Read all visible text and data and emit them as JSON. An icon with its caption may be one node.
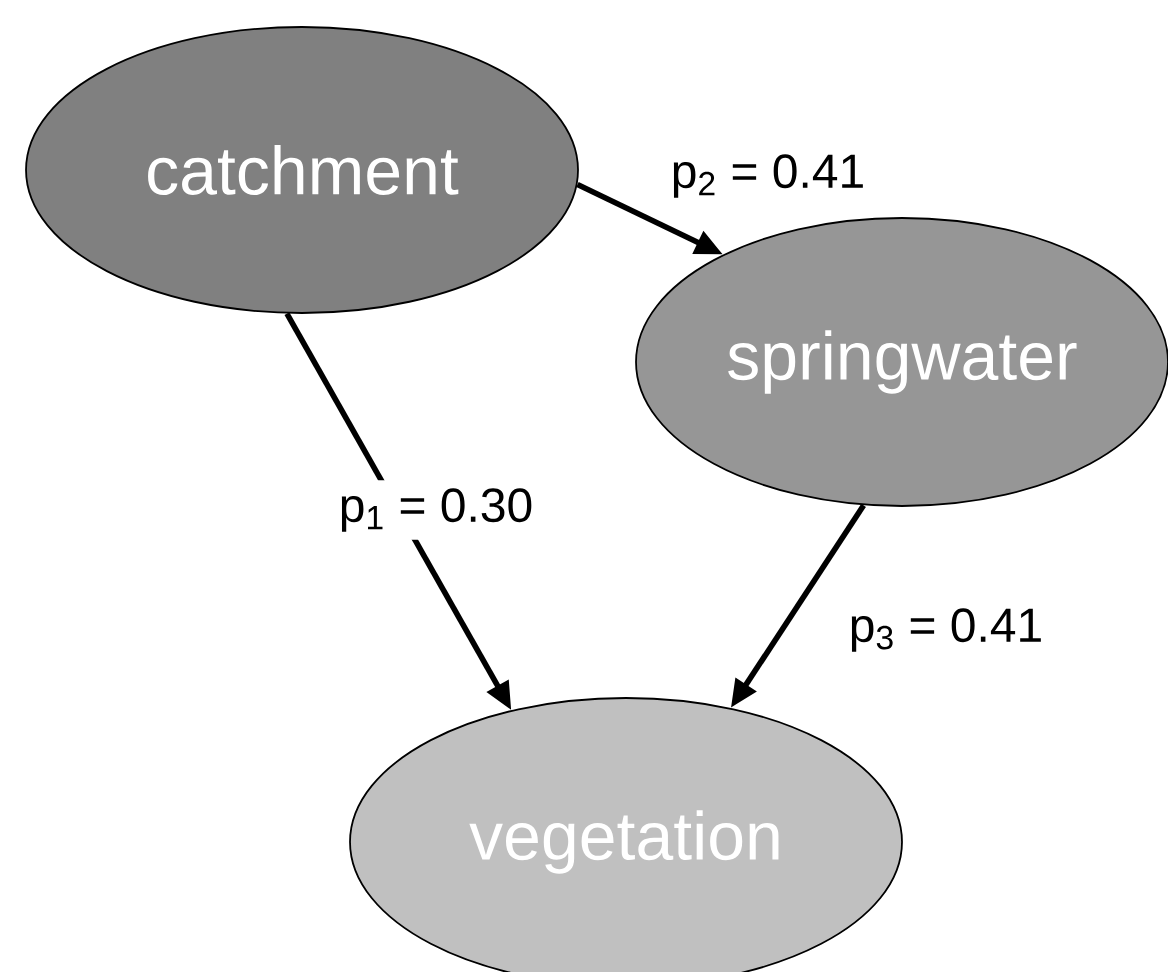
{
  "diagram": {
    "nodes": [
      {
        "text": [
          "catchment"
        ]
      },
      {
        "text": [
          "springwater"
        ]
      },
      {
        "text": [
          "vegetation"
        ]
      }
    ],
    "edges": [
      {
        "from": 0,
        "to": 1,
        "arrow": "to",
        "label": "p$_{2}$ = 0.41"
      },
      {
        "from": 0,
        "to": 2,
        "arrow": "to",
        "label": "p$_{1}$ = 0.30"
      },
      {
        "from": 1,
        "to": 2,
        "arrow": "to",
        "label": "p$_{3}$ = 0.41"
      }
    ]
  }
}
